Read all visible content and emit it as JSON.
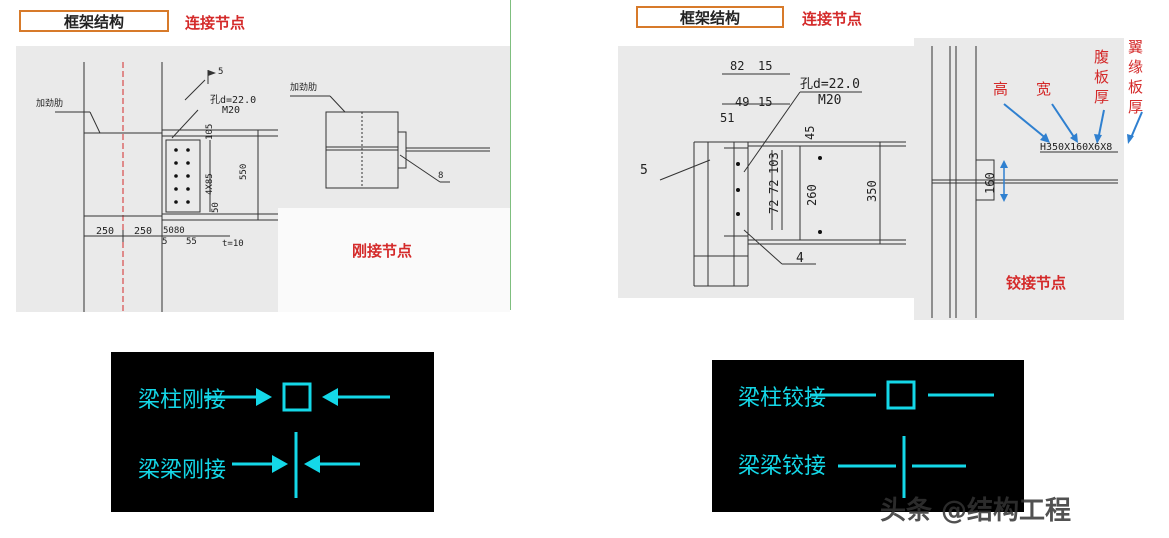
{
  "left": {
    "box_title": "框架结构",
    "red_title": "连接节点",
    "caption": "刚接节点",
    "labels": {
      "stiffener1": "加劲肋",
      "stiffener2": "加劲肋",
      "hole": "孔d=22.0",
      "bolt": "M20",
      "dim_105": "105",
      "dim_4x85": "4X85",
      "dim_550": "550",
      "dim_50": "50",
      "dim_250a": "250",
      "dim_250b": "250",
      "dim_5080": "5080",
      "dim_55": "55",
      "dim_5": "5",
      "t10": "t=10",
      "weld8": "8",
      "weld_small": "5"
    }
  },
  "right": {
    "box_title": "框架结构",
    "red_title": "连接节点",
    "caption": "铰接节点",
    "labels": {
      "dim_82": "82",
      "dim_15a": "15",
      "dim_49": "49",
      "dim_15b": "15",
      "dim_51": "51",
      "hole": "孔d=22.0",
      "bolt": "M20",
      "dim_45": "45",
      "dim_103": "103",
      "dim_72a": "72",
      "dim_72b": "72",
      "dim_260": "260",
      "dim_350": "350",
      "weld5": "5",
      "weld4": "4",
      "section": "H350X160X6X8",
      "dim_160": "160",
      "gao": "高",
      "kuan": "宽",
      "fuban": [
        "腹",
        "板",
        "厚"
      ],
      "yiyuan": [
        "翼",
        "缘",
        "板",
        "厚"
      ]
    }
  },
  "legend_left": {
    "row1": "梁柱刚接",
    "row2": "梁梁刚接"
  },
  "legend_right": {
    "row1": "梁柱铰接",
    "row2": "梁梁铰接"
  },
  "watermark": "头条 @结构工程",
  "colors": {
    "cyan": "#14d8e8",
    "red": "#d42a2a",
    "orange_border": "#d77a2a",
    "blue_arrow": "#2f80d0"
  }
}
